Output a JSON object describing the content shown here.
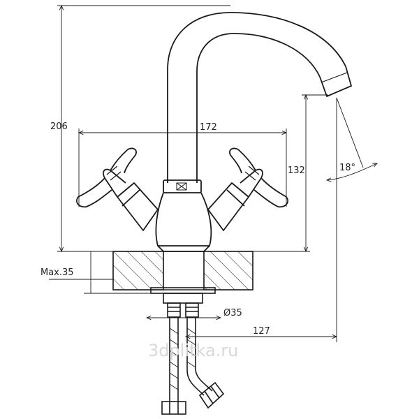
{
  "dimensions": {
    "height_total": "206",
    "width_handles": "172",
    "spout_height": "132",
    "spout_angle": "18°",
    "max_counter": "Max.35",
    "hole_diameter": "Ø35",
    "spout_reach": "127"
  },
  "watermark": "3dplitka.ru",
  "colors": {
    "line": "#1a1a1a",
    "hatch": "#1a1a1a"
  }
}
